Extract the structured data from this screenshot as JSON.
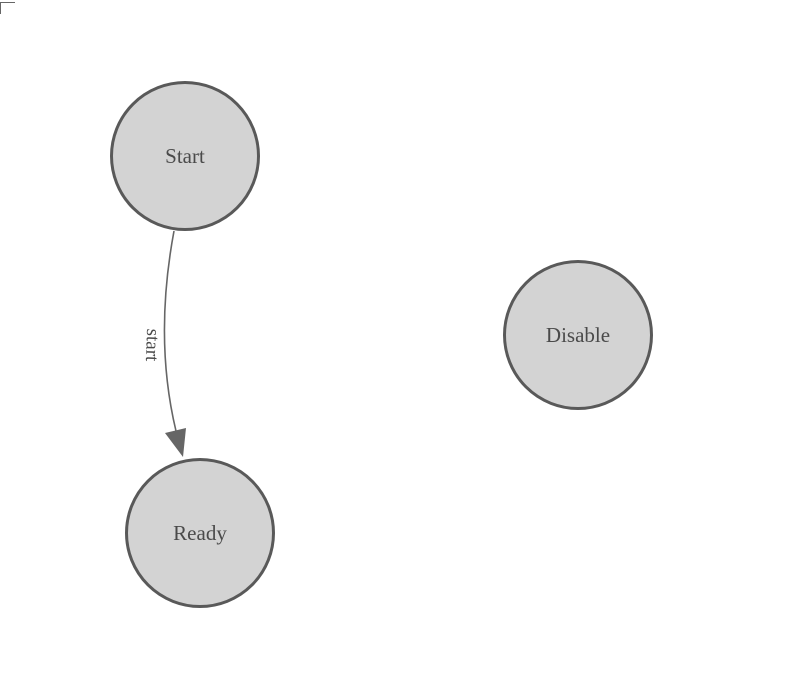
{
  "diagram": {
    "type": "state-diagram",
    "nodes": [
      {
        "id": "start",
        "label": "Start",
        "shape": "circle"
      },
      {
        "id": "ready",
        "label": "Ready",
        "shape": "circle"
      },
      {
        "id": "disable",
        "label": "Disable",
        "shape": "circle"
      }
    ],
    "edges": [
      {
        "from": "start",
        "to": "ready",
        "label": "start",
        "arrow": "filled-triangle"
      }
    ]
  },
  "theme": {
    "canvas_bg": "#ffffff",
    "node_fill": "#d3d3d3",
    "node_stroke": "#595959",
    "node_text": "#4a4a4a",
    "edge_color": "#666666",
    "corner_mark_color": "#666666"
  }
}
